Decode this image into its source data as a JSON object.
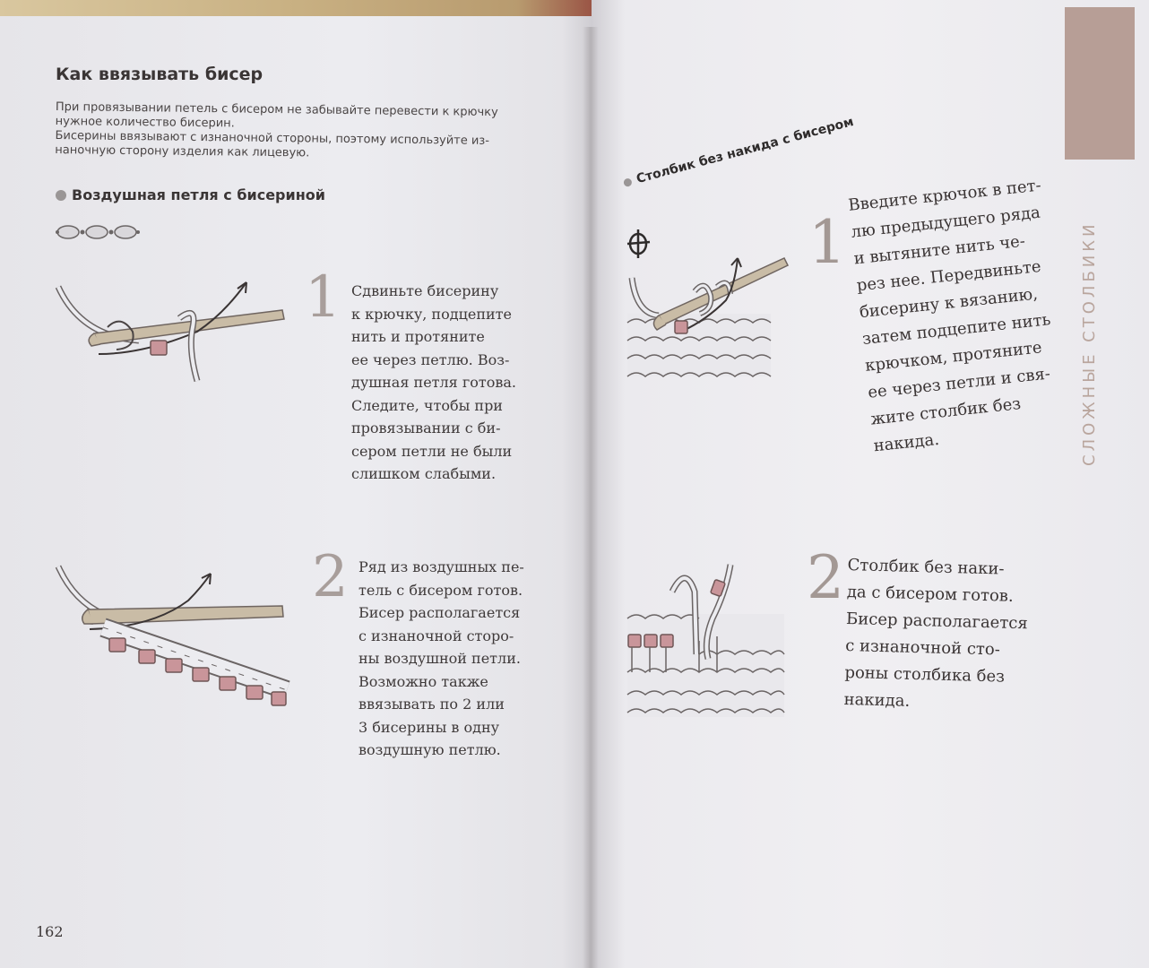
{
  "left_page": {
    "title": "Как ввязывать бисер",
    "intro": [
      "При провязывании петель с бисером не забывайте перевести к крючку",
      "нужное количество бисерин.",
      "Бисерины ввязывают с изнаночной стороны, поэтому используйте из-",
      "наночную сторону изделия как лицевую."
    ],
    "subheading": "Воздушная петля с бисериной",
    "steps": [
      {
        "number": "1",
        "lines": [
          "Сдвиньте бисерину",
          "к крючку, подцепите",
          "нить и протяните",
          "ее через петлю. Воз-",
          "душная петля готова.",
          "Следите, чтобы при",
          "провязывании с би-",
          "сером петли не были",
          "слишком слабыми."
        ]
      },
      {
        "number": "2",
        "lines": [
          "Ряд из воздушных пе-",
          "тель с бисером готов.",
          "Бисер располагается",
          "с изнаночной сторо-",
          "ны воздушной петли.",
          "Возможно также",
          "ввязывать по 2 или",
          "3 бисерины в одну",
          "воздушную петлю."
        ]
      }
    ],
    "page_number": "162"
  },
  "right_page": {
    "subheading": "Столбик без накида с бисером",
    "steps": [
      {
        "number": "1",
        "lines": [
          "Введите крючок в пет-",
          "лю предыдущего ряда",
          "и вытяните нить че-",
          "рез нее. Передвиньте",
          "бисерину к вязанию,",
          "затем подцепите нить",
          "крючком, протяните",
          "ее через петли и свя-",
          "жите столбик без",
          "накида."
        ]
      },
      {
        "number": "2",
        "lines": [
          "Столбик без наки-",
          "да с бисером готов.",
          "Бисер располагается",
          "с изнаночной сто-",
          "роны столбика без",
          "накида."
        ]
      }
    ],
    "side_label": "СЛОЖНЫЕ СТОЛБИКИ"
  },
  "colors": {
    "accent_tab": "#b79e96",
    "bead": "#c9959a",
    "step_number": "#a89e9b"
  },
  "icons": [
    "chain-symbol-icon",
    "single-crochet-symbol-icon",
    "crochet-hook-icon",
    "bead-icon"
  ]
}
